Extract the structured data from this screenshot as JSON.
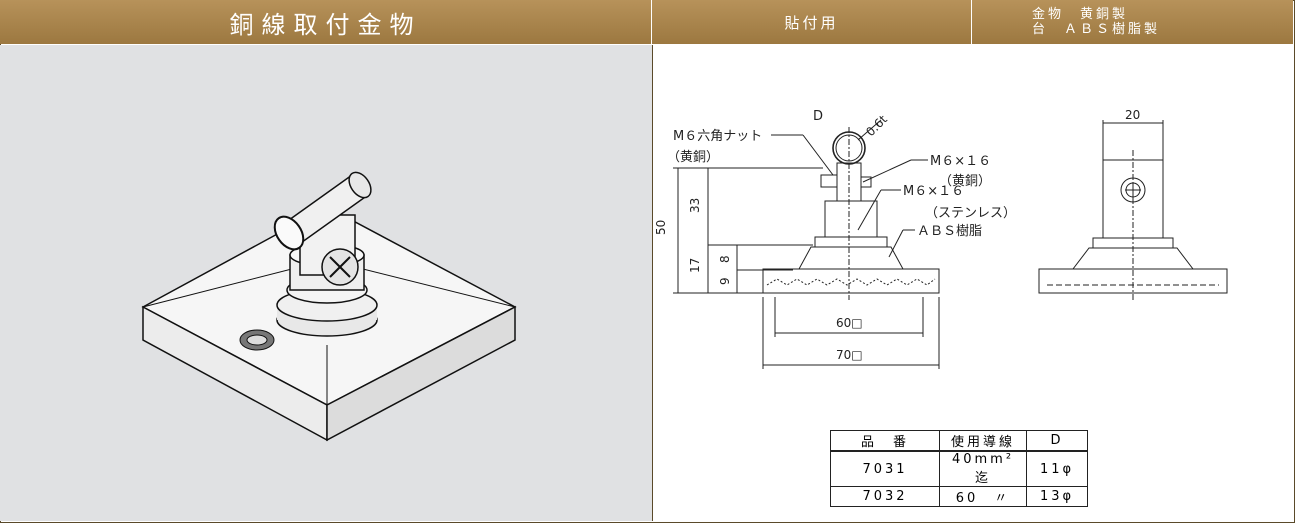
{
  "header": {
    "title": "銅線取付金物",
    "usage": "貼付用",
    "material_line1": "金物　黄銅製",
    "material_line2": "台　ＡＢＳ樹脂製"
  },
  "drawing": {
    "dia_label": "D",
    "thickness_label": "0.6t",
    "nut_label": "M６六角ナット",
    "nut_material": "（黄銅）",
    "bolt1_label": "M６×１６",
    "bolt1_material": "（黄銅）",
    "bolt2_label": "M６×１６",
    "bolt2_material": "（ステンレス）",
    "base_label": "ＡＢＳ樹脂",
    "dim_50": "50",
    "dim_33": "33",
    "dim_17": "17",
    "dim_8": "8",
    "dim_9": "9",
    "dim_60": "60□",
    "dim_70": "70□",
    "dim_20": "20"
  },
  "spec_table": {
    "headers": [
      "品　番",
      "使用導線",
      "D"
    ],
    "rows": [
      [
        "7031",
        "40mm²迄",
        "11φ"
      ],
      [
        "7032",
        "60　〃",
        "13φ"
      ]
    ]
  }
}
